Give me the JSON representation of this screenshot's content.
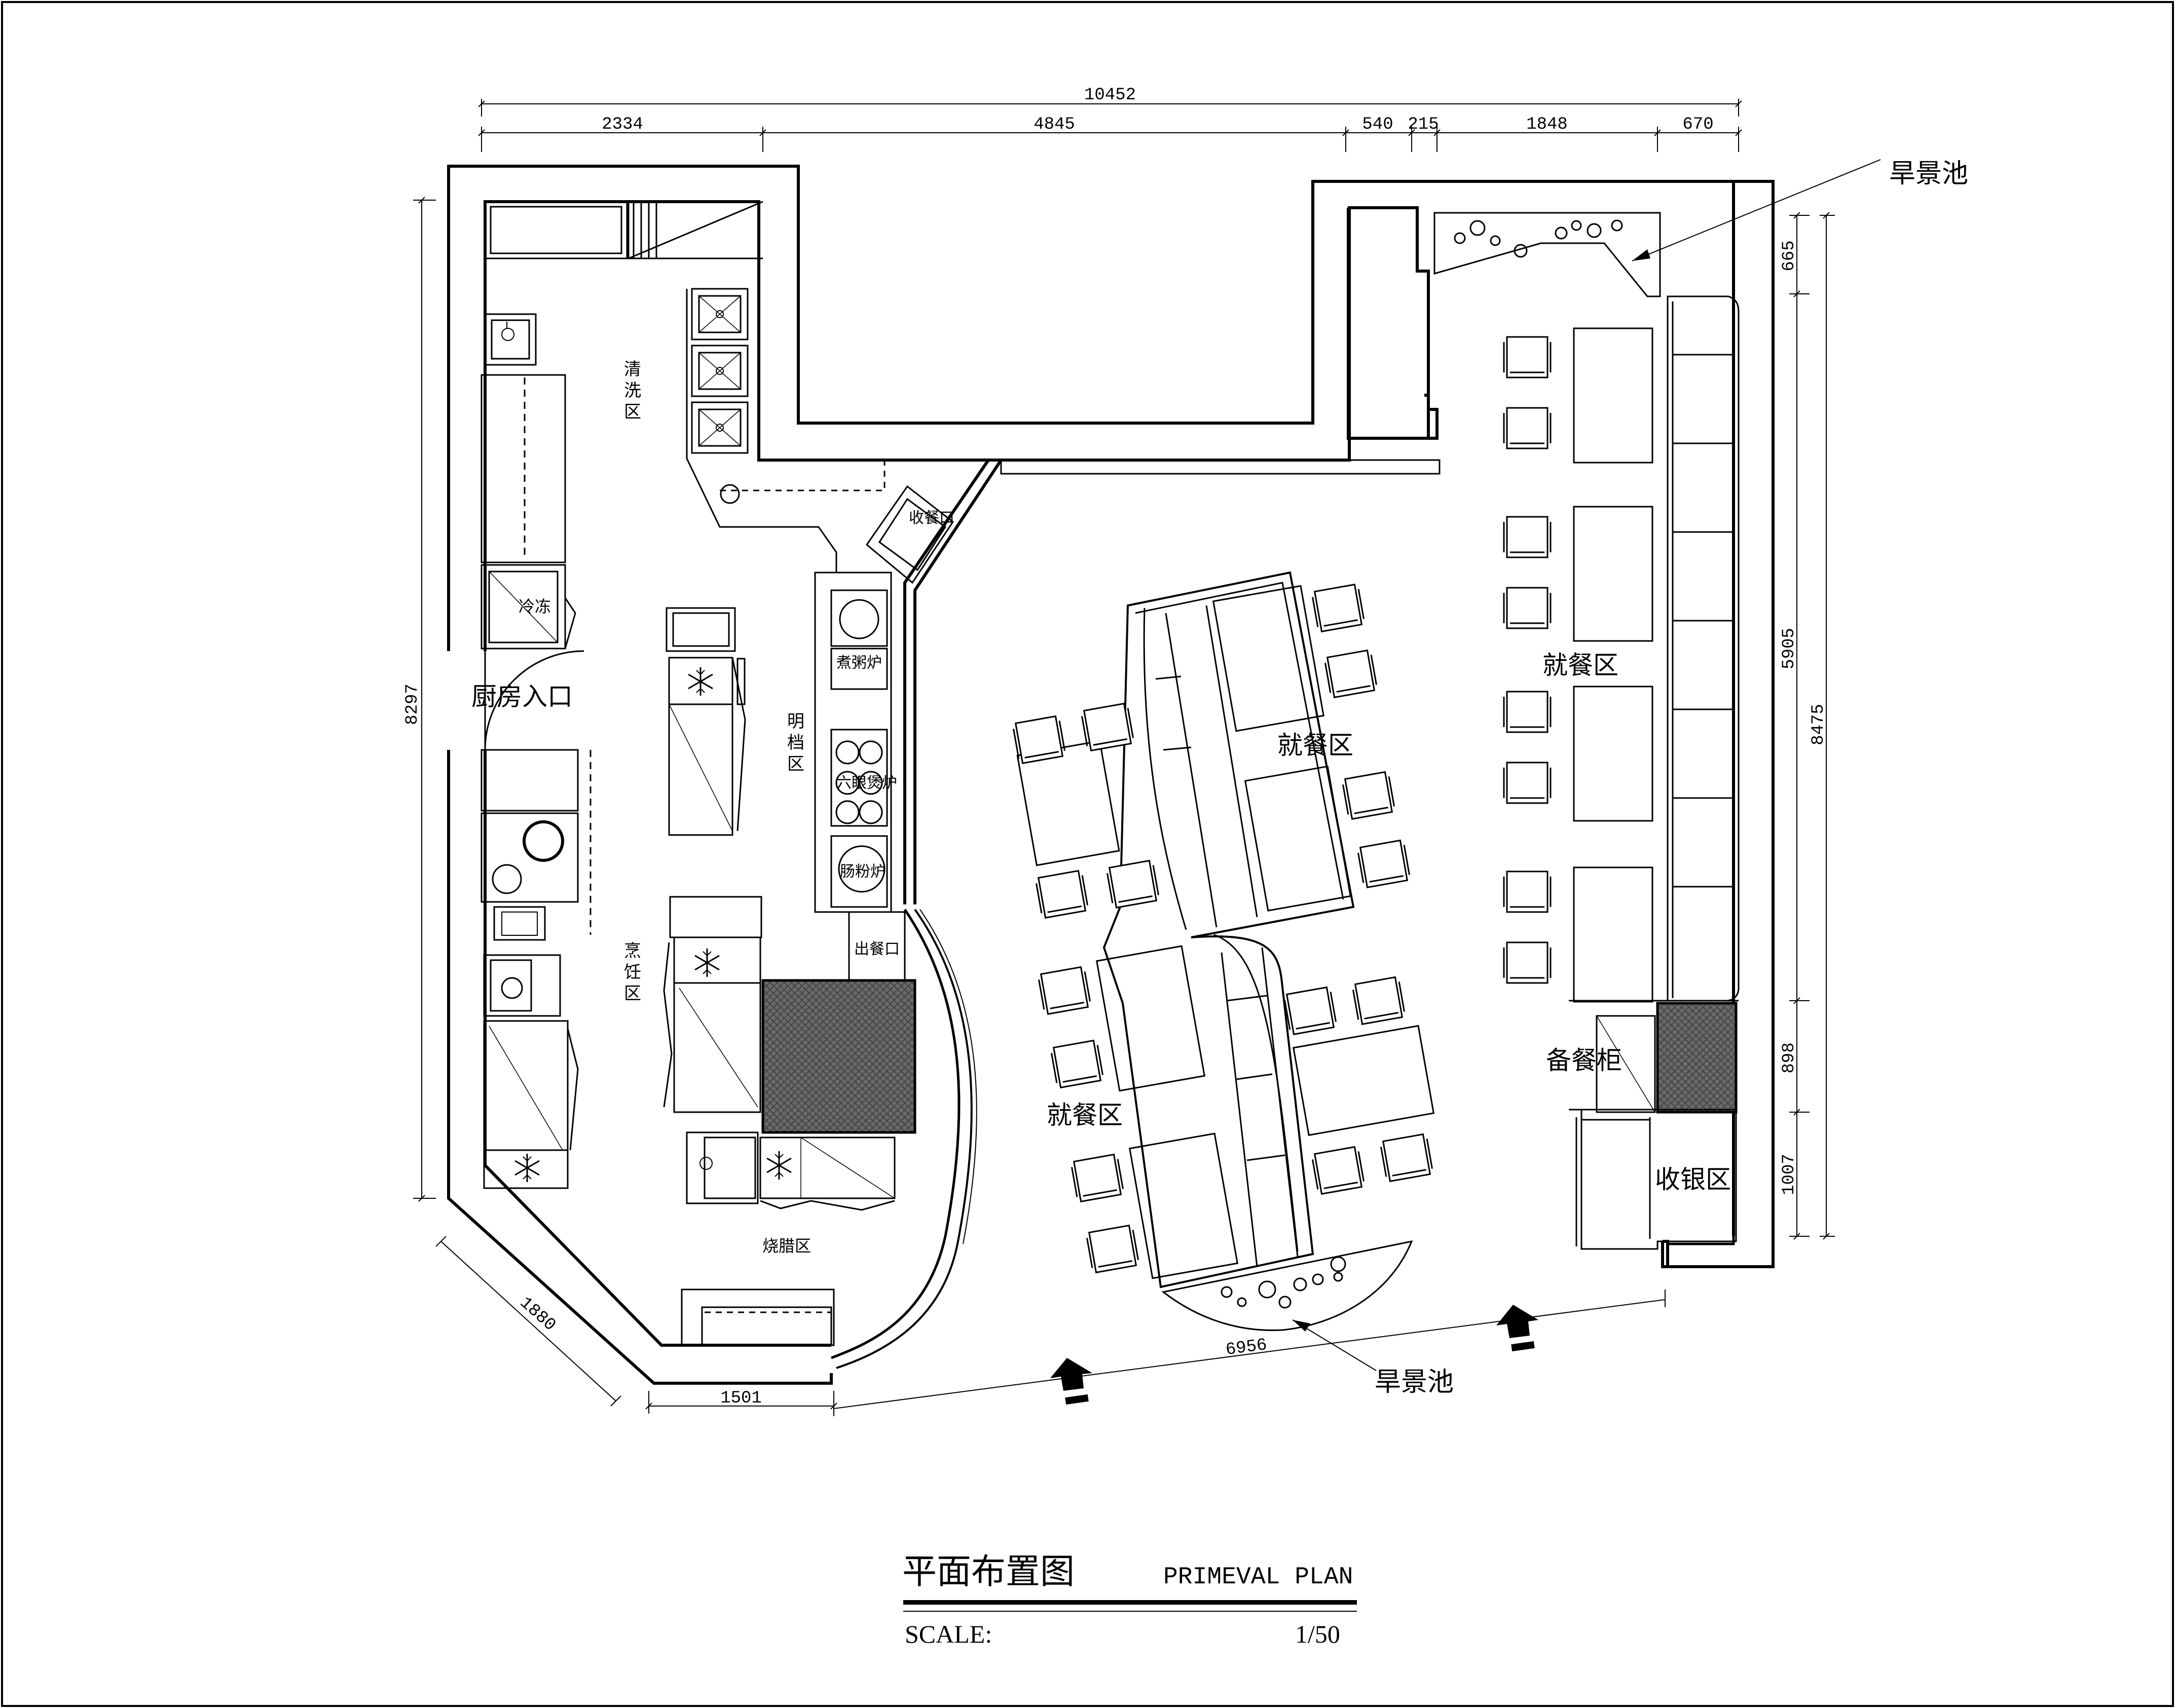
{
  "title_block": {
    "title_cn": "平面布置图",
    "title_en": "PRIMEVAL PLAN",
    "scale_label": "SCALE:",
    "scale_value": "1/50"
  },
  "dimensions": {
    "top_overall": "10452",
    "top_segments": [
      "2334",
      "4845",
      "540",
      "215",
      "1848",
      "670"
    ],
    "left_overall": "8297",
    "right_segments": [
      "665",
      "5905",
      "898",
      "1007"
    ],
    "right_overall": "8475",
    "bottom_left_diag": "1880",
    "bottom_left": "1501",
    "bottom_long": "6956"
  },
  "kitchen": {
    "wash_zone": [
      "清",
      "洗",
      "区"
    ],
    "freezer": "冷冻",
    "kitchen_entrance": "厨房入口",
    "cook_zone": [
      "烹",
      "饪",
      "区"
    ],
    "open_stall": [
      "明",
      "档",
      "区"
    ],
    "porridge_stove": "煮粥炉",
    "six_burner": "六眼煲炉",
    "noodle_stove": "肠粉炉",
    "pickup_window": "收餐口",
    "serve_window": "出餐口",
    "roast_zone": "烧腊区"
  },
  "dining": {
    "dining_zone": "就餐区",
    "dry_pond": "旱景池",
    "side_cabinet": "备餐柜",
    "cashier": "收银区"
  }
}
